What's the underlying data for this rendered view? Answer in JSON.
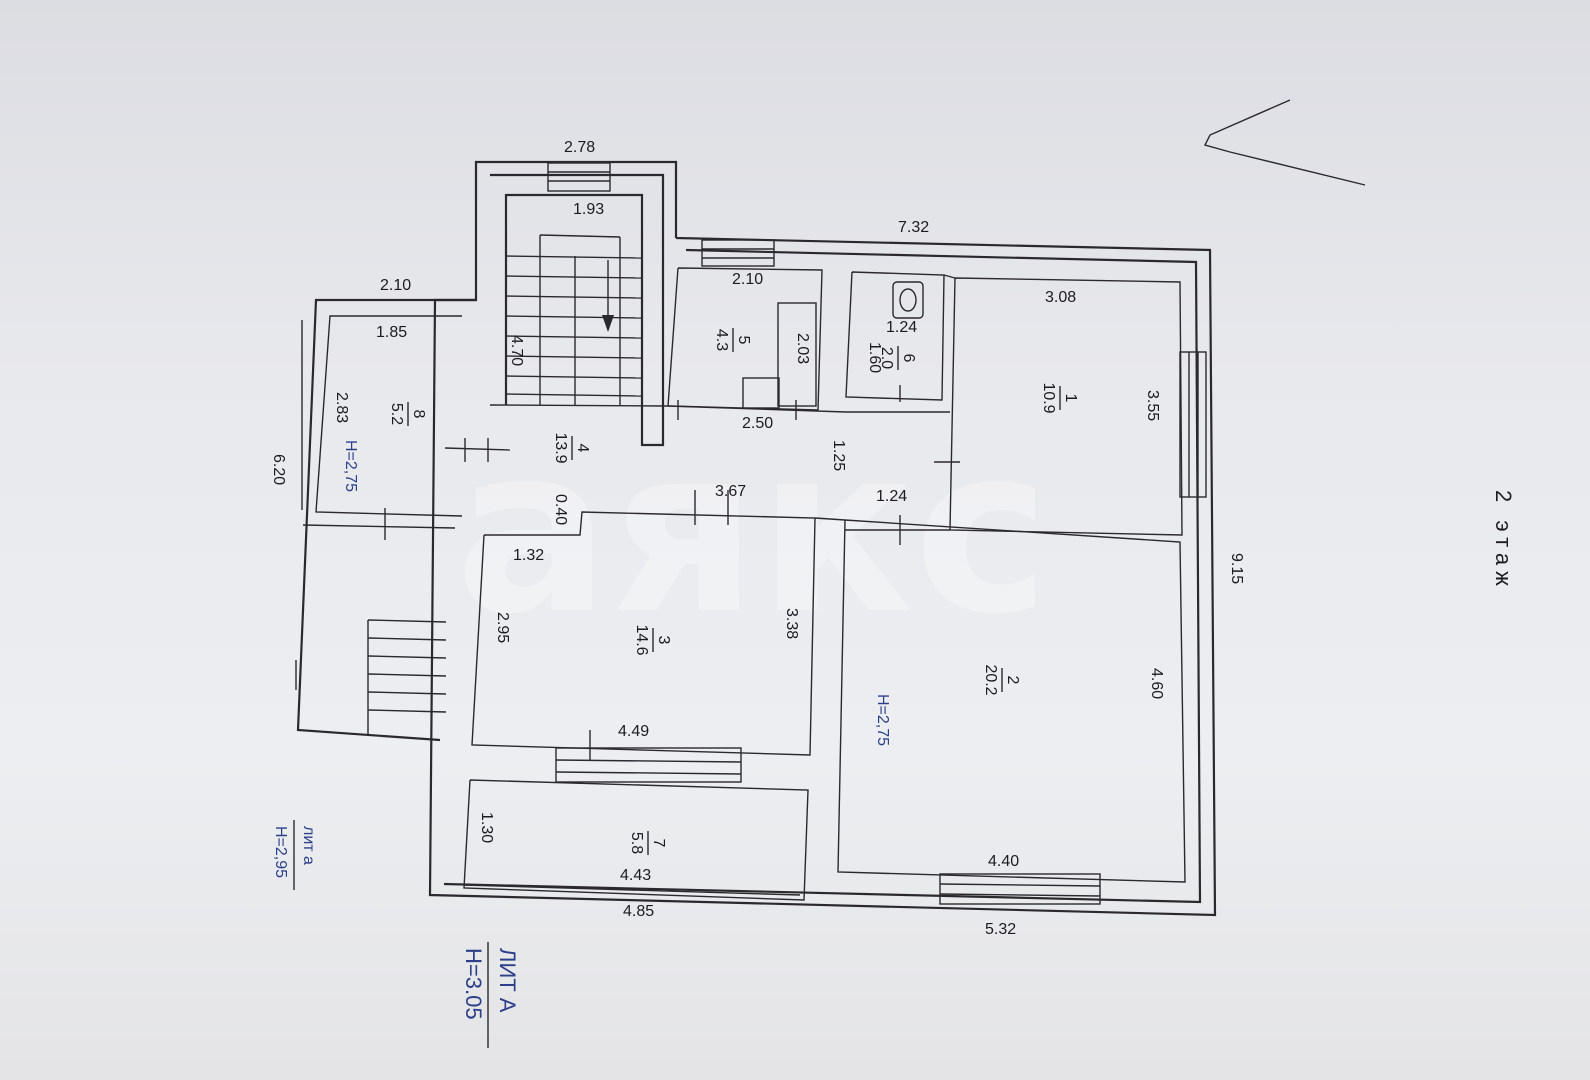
{
  "floor_label": "2 этаж",
  "watermark": "аякс",
  "dimensions": {
    "d_2_78": "2.78",
    "d_1_93": "1.93",
    "d_7_32": "7.32",
    "d_2_10_left": "2.10",
    "d_1_85": "1.85",
    "d_2_10_mid": "2.10",
    "d_3_08": "3.08",
    "d_1_60": "1.60",
    "d_1_24_top": "1.24",
    "d_4_70": "4.70",
    "d_2_03": "2.03",
    "d_2_83": "2.83",
    "d_2_50": "2.50",
    "d_3_55": "3.55",
    "d_6_20": "6.20",
    "d_1_25": "1.25",
    "d_3_67": "3.67",
    "d_1_24_mid": "1.24",
    "d_0_40": "0.40",
    "d_1_32": "1.32",
    "d_9_15": "9.15",
    "d_2_95": "2.95",
    "d_3_38": "3.38",
    "d_4_60": "4.60",
    "d_4_49": "4.49",
    "d_1_30": "1.30",
    "d_4_43": "4.43",
    "d_4_40": "4.40",
    "d_4_85": "4.85",
    "d_5_32": "5.32"
  },
  "rooms": [
    {
      "number": "1",
      "area": "10.9"
    },
    {
      "number": "2",
      "area": "20.2"
    },
    {
      "number": "3",
      "area": "14.6"
    },
    {
      "number": "4",
      "area": "13.9"
    },
    {
      "number": "5",
      "area": "4.3"
    },
    {
      "number": "6",
      "area": "2.0"
    },
    {
      "number": "7",
      "area": "5.8"
    },
    {
      "number": "8",
      "area": "5.2"
    }
  ],
  "heights": {
    "room8": "H=2,75",
    "room2": "H=2,75",
    "lit_a_label": "лит а",
    "lit_a_height": "H=2,95",
    "lit_A_label": "ЛИТ А",
    "lit_A_height": "H=3.05"
  }
}
